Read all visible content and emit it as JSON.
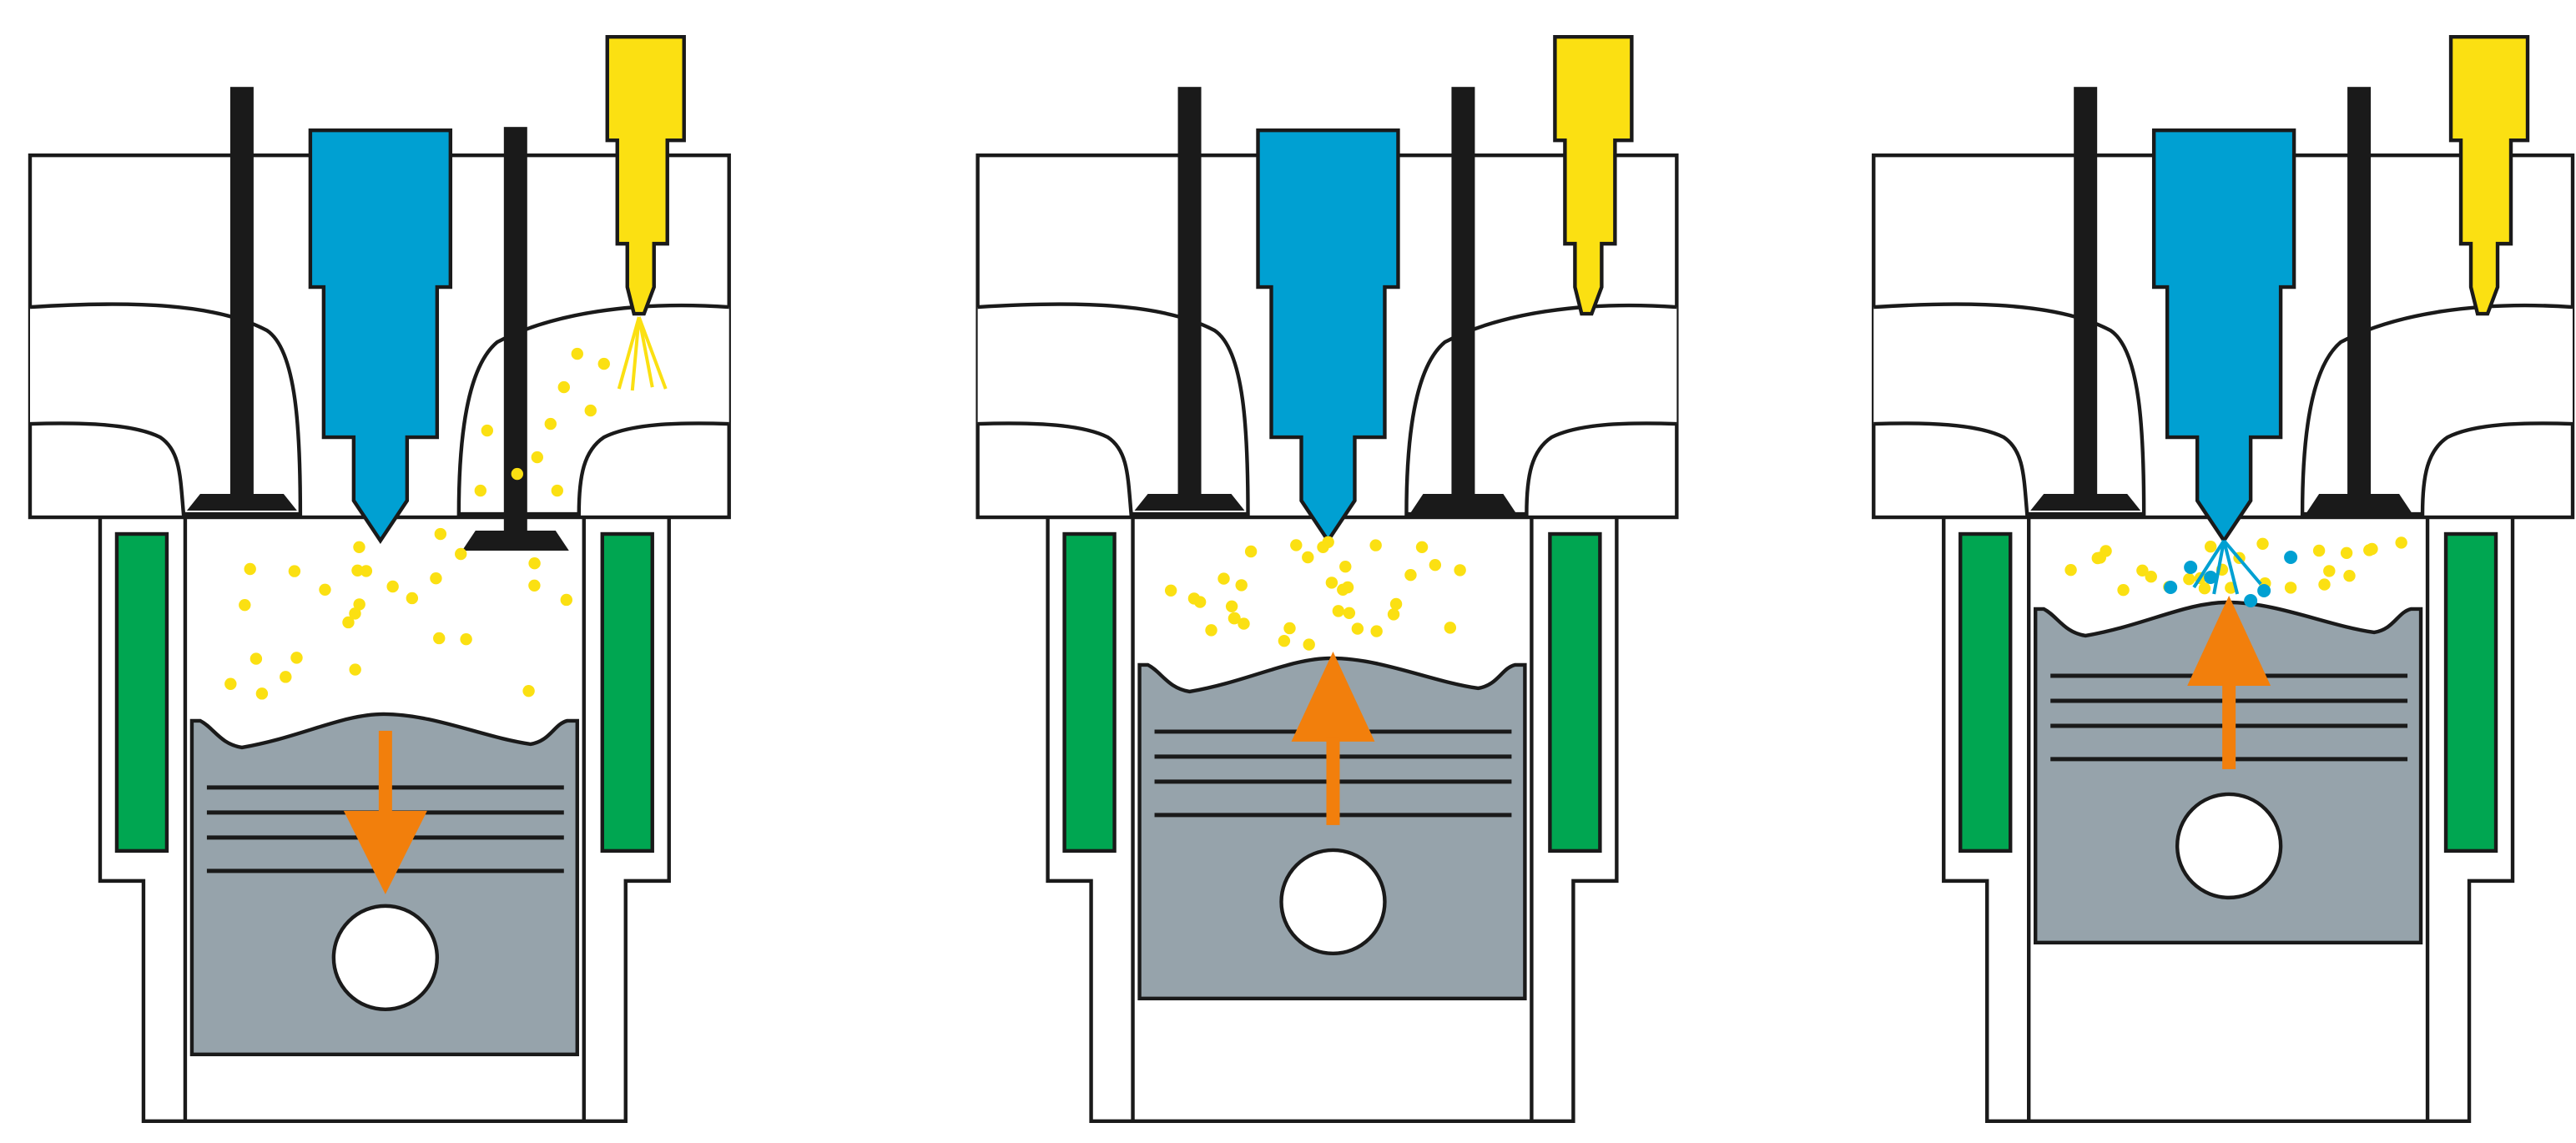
{
  "colors": {
    "background": "#ffffff",
    "outline": "#1a1a1a",
    "valve": "#1a1a1a",
    "injector": "#00a0d2",
    "spark_plug": "#fbe012",
    "coolant_jacket": "#00a651",
    "piston": "#96a3ab",
    "piston_pin": "#ffffff",
    "arrow": "#f27f0c",
    "fuel_droplet": "#fbe012",
    "diesel_droplet": "#00a0d2"
  },
  "panels": [
    {
      "id": "intake",
      "piston_motion": "down",
      "right_valve": "open",
      "left_valve": "closed",
      "port_spray": true,
      "direct_injection": false,
      "piston_level": 0.0
    },
    {
      "id": "compression",
      "piston_motion": "up",
      "right_valve": "closed",
      "left_valve": "closed",
      "port_spray": false,
      "direct_injection": false,
      "piston_level": 0.5
    },
    {
      "id": "injection",
      "piston_motion": "up",
      "right_valve": "closed",
      "left_valve": "closed",
      "port_spray": false,
      "direct_injection": true,
      "piston_level": 1.0
    }
  ]
}
